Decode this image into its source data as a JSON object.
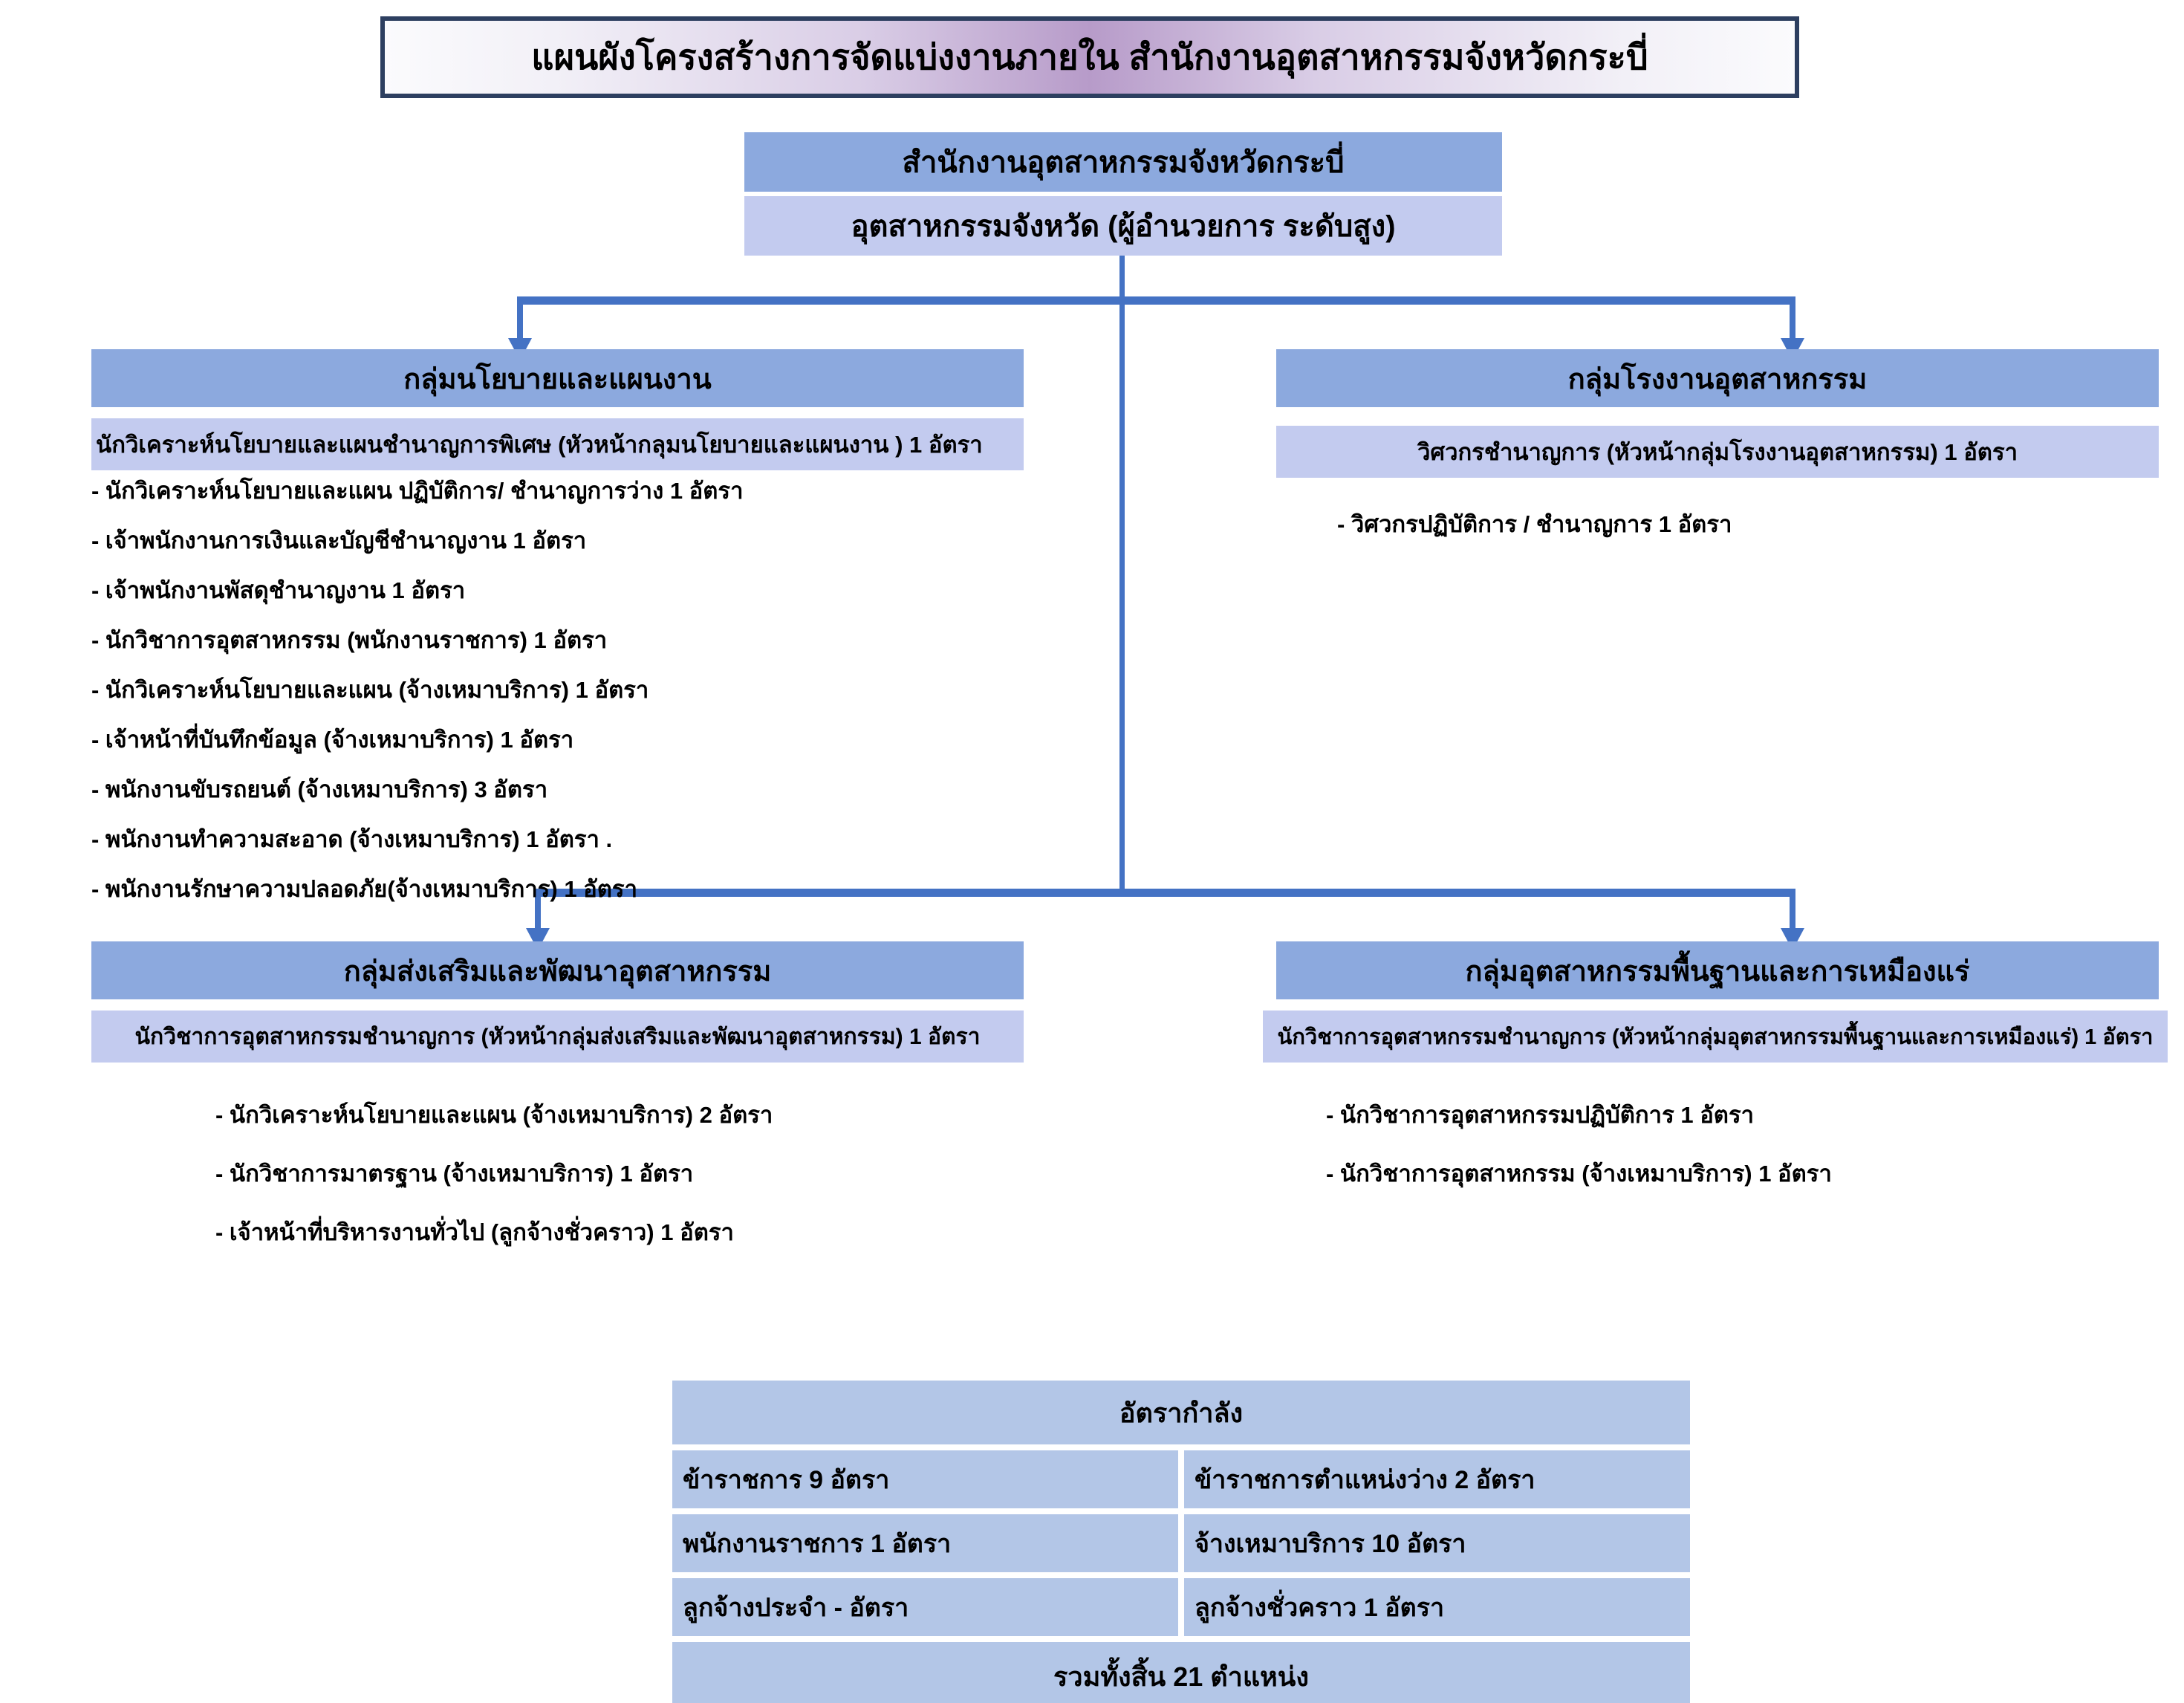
{
  "title": {
    "text": "แผนผังโครงสร้างการจัดแบ่งงานภายใน สำนักงานอุตสาหกรรมจังหวัดกระบี่"
  },
  "root": {
    "office": "สำนักงานอุตสาหกรรมจังหวัดกระบี่",
    "head": "อุตสาหกรรมจังหวัด (ผู้อำนวยการ ระดับสูง)"
  },
  "groups": [
    {
      "id": "policy-and-plan",
      "header": "กลุ่มนโยบายและแผนงาน",
      "lead": "นักวิเคราะห์นโยบายและแผนชำนาญการพิเศษ (หัวหน้ากลุมนโยบายและแผนงาน )  1  อัตรา",
      "staff": [
        "- นักวิเคราะห์นโยบายและแผน ปฏิบัติการ/ ชำนาญการว่าง 1 อัตรา",
        "- เจ้าพนักงานการเงินและบัญชีชำนาญงาน  1  อัตรา",
        "- เจ้าพนักงานพัสดุชำนาญงาน  1 อัตรา",
        "- นักวิชาการอุตสาหกรรม (พนักงานราชการ)  1  อัตรา",
        "- นักวิเคราะห์นโยบายและแผน (จ้างเหมาบริการ)  1 อัตรา",
        "- เจ้าหน้าที่บันทึกข้อมูล (จ้างเหมาบริการ)  1  อัตรา",
        "- พนักงานขับรถยนต์ (จ้างเหมาบริการ)  3  อัตรา",
        "- พนักงานทำความสะอาด (จ้างเหมาบริการ) 1 อัตรา .",
        " - พนักงานรักษาความปลอดภัย(จ้างเหมาบริการ)  1 อัตรา"
      ]
    },
    {
      "id": "industrial-factory",
      "header": "กลุ่มโรงงานอุตสาหกรรม",
      "lead": "วิศวกรชำนาญการ (หัวหน้ากลุ่มโรงงานอุตสาหกรรม)  1 อัตรา",
      "staff": [
        "- วิศวกรปฏิบัติการ / ชำนาญการ  1  อัตรา"
      ]
    },
    {
      "id": "promotion-and-development",
      "header": "กลุ่มส่งเสริมและพัฒนาอุตสาหกรรม",
      "lead": "นักวิชาการอุตสาหกรรมชำนาญการ  (หัวหน้ากลุ่มส่งเสริมและพัฒนาอุตสาหกรรม) 1 อัตรา",
      "staff": [
        "- นักวิเคราะห์นโยบายและแผน (จ้างเหมาบริการ)  2  อัตรา",
        "- นักวิชาการมาตรฐาน (จ้างเหมาบริการ)  1   อัตรา",
        "- เจ้าหน้าที่บริหารงานทั่วไป (ลูกจ้างชั่วคราว)  1  อัตรา"
      ]
    },
    {
      "id": "basic-industry-and-mining",
      "header": "กลุ่มอุตสาหกรรมพื้นฐานและการเหมืองแร่",
      "lead": "นักวิชาการอุตสาหกรรมชำนาญการ (หัวหน้ากลุ่มอุตสาหกรรมพื้นฐานและการเหมืองแร่) 1  อัตรา",
      "staff": [
        "- นักวิชาการอุตสาหกรรมปฏิบัติการ   1  อัตรา",
        "- นักวิชาการอุตสาหกรรม (จ้างเหมาบริการ)   1   อัตรา"
      ]
    }
  ],
  "summary": {
    "title": "อัตรากำลัง",
    "rows": [
      {
        "left": "ข้าราชการ  9  อัตรา",
        "right": "ข้าราชการตำแหน่งว่าง  2  อัตรา"
      },
      {
        "left": "พนักงานราชการ  1  อัตรา",
        "right": "จ้างเหมาบริการ 10  อัตรา"
      },
      {
        "left": "ลูกจ้างประจำ - อัตรา",
        "right": "ลูกจ้างชั่วคราว 1  อัตรา"
      }
    ],
    "total": "รวมทั้งสิ้น  21  ตำแหน่ง"
  },
  "colors": {
    "header_box": "#8CA9DE",
    "lead_box": "#C3CBEF",
    "summary_box": "#B3C6E7",
    "connector": "#4472C4",
    "title_border": "#2D3F60",
    "title_gradient_center": "#B79BC9"
  }
}
